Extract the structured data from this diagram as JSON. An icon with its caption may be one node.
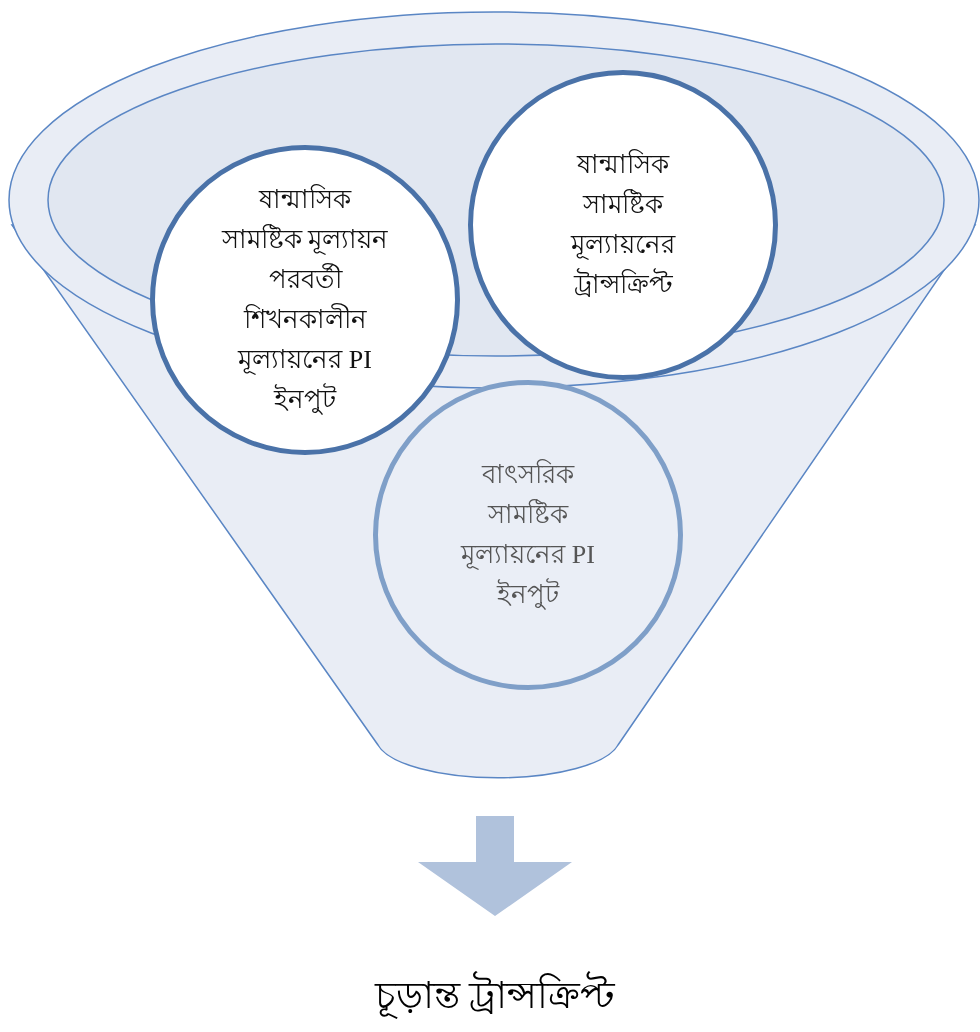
{
  "diagram": {
    "nodes": [
      {
        "text": [],
        "shape": "funnel"
      },
      {
        "text": [
          "ষান্মাসিক সামষ্টিক মূল্যায়ন পরবর্তী শিখনকালীন মূল্যায়নের PI ইনপুট"
        ]
      },
      {
        "text": [
          "ষান্মাসিক সামষ্টিক মূল্যায়নের ট্রান্সক্রিপ্ট"
        ]
      },
      {
        "text": [
          "বাৎসরিক সামষ্টিক মূল্যায়নের PI ইনপুট"
        ],
        "in": 0
      },
      {
        "text": [
          "চূড়ান্ত ট্রান্সক্রিপ্ট"
        ]
      }
    ],
    "edges": [
      {
        "from": 0,
        "to": 4,
        "arrow": "to",
        "style": "thick",
        "color": "#b0c2dc"
      }
    ]
  }
}
